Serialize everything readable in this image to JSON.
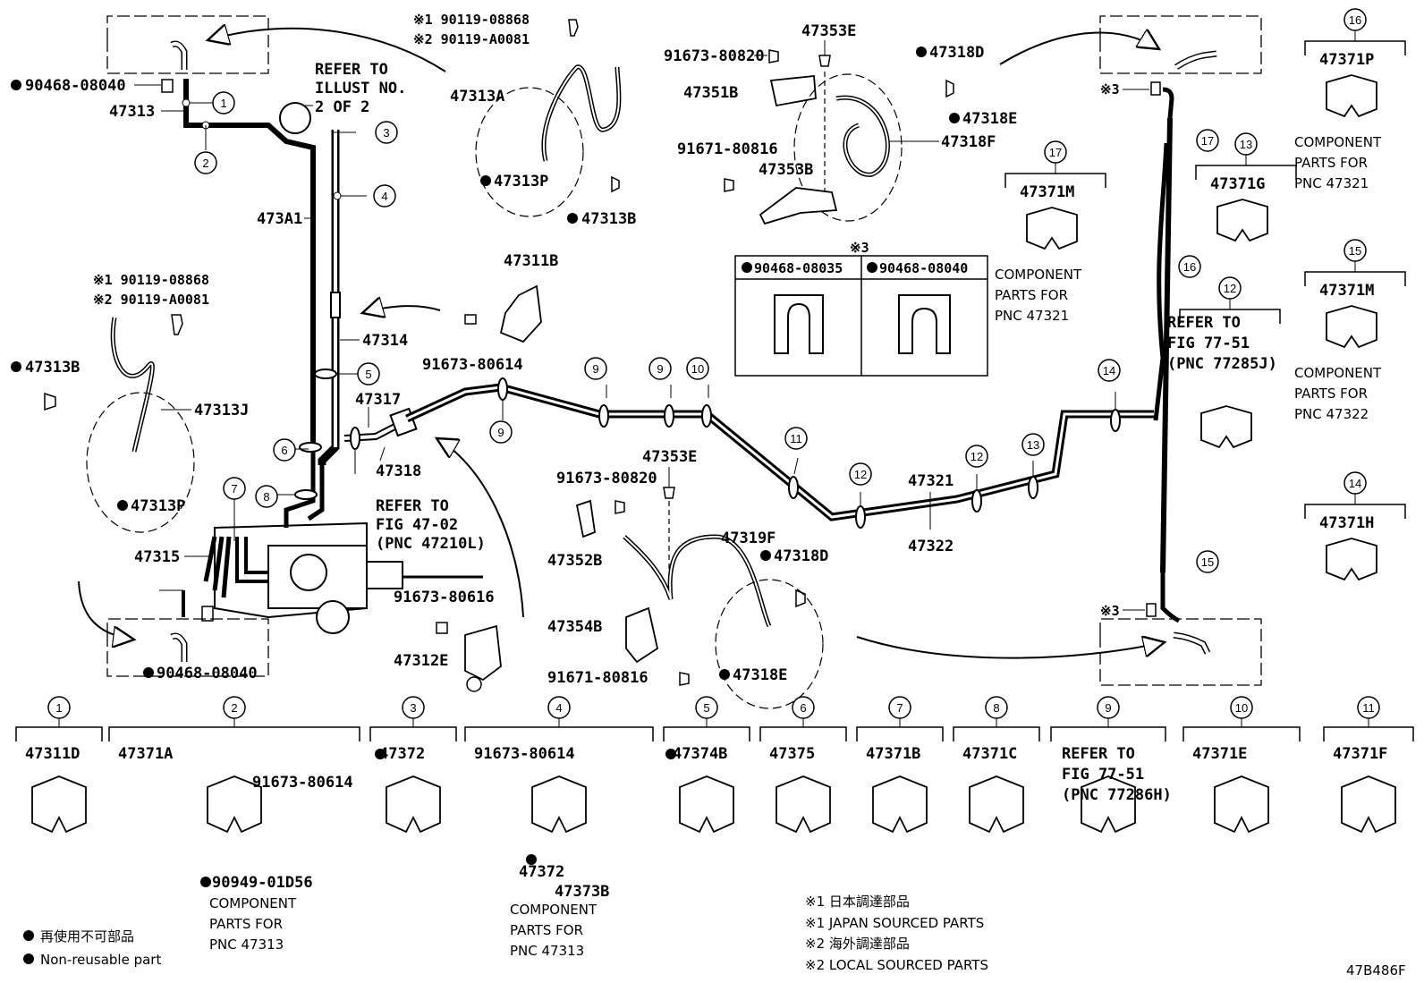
{
  "diagram_id": "47B486F",
  "callouts": [
    "1",
    "2",
    "3",
    "4",
    "5",
    "6",
    "7",
    "8",
    "9",
    "9",
    "9",
    "10",
    "11",
    "12",
    "12",
    "13",
    "14",
    "15",
    "16",
    "17"
  ],
  "labels": {
    "l90468_top": "90468-08040",
    "l47313": "47313",
    "refer_illust": [
      "REFER TO",
      "ILLUST NO.",
      "2 OF 2"
    ],
    "japan_bolt": "※1 90119-08868",
    "local_bolt": "※2 90119-A0081",
    "l47313A": "47313A",
    "l47313P_top": "47313P",
    "l47313B_top": "47313B",
    "l473A1": "473A1",
    "l47314": "47314",
    "l47311B": "47311B",
    "l91673_80614_mid": "91673-80614",
    "japan_bolt2": "※1 90119-08868",
    "local_bolt2": "※2 90119-A0081",
    "l47313B_left": "47313B",
    "l47313J": "47313J",
    "l47313P_left": "47313P",
    "l47317": "47317",
    "l47318": "47318",
    "refer_fig4702": [
      "REFER TO",
      "FIG 47-02",
      "(PNC 47210L)"
    ],
    "l47315": "47315",
    "l91673_80616": "91673-80616",
    "l47312E": "47312E",
    "l90468_bottom": "90468-08040",
    "l47353E_top": "47353E",
    "l91673_80820_top": "91673-80820",
    "l47351B": "47351B",
    "l91671_80816_top": "91671-80816",
    "l47353B": "47353B",
    "l47318D_top": "47318D",
    "l47318E_top": "47318E",
    "l47318F": "47318F",
    "note3_title": "※3",
    "note3_left": "90468-08035",
    "note3_right": "90468-08040",
    "l47353E_mid": "47353E",
    "l91673_80820_mid": "91673-80820",
    "l47352B": "47352B",
    "l47319F": "47319F",
    "l47318D_mid": "47318D",
    "l47354B": "47354B",
    "l47318E_mid": "47318E",
    "l91671_80816_mid": "91671-80816",
    "l47321": "47321",
    "l47322": "47322",
    "note3_ref_top": "※3",
    "note3_ref_bottom": "※3"
  },
  "side_parts": [
    {
      "num": "17",
      "code": "47371M",
      "desc": [
        "COMPONENT",
        "PARTS FOR",
        "PNC 47321"
      ]
    },
    {
      "num": "13",
      "code": "47371G",
      "desc": []
    },
    {
      "num": "16",
      "code": "47371P",
      "desc": [
        "COMPONENT",
        "PARTS FOR",
        "PNC 47321"
      ]
    },
    {
      "num": "15",
      "code": "47371M",
      "desc": [
        "COMPONENT",
        "PARTS FOR",
        "PNC 47322"
      ]
    },
    {
      "num": "12",
      "code": "",
      "desc": [
        "REFER TO",
        "FIG 77-51",
        "(PNC 77285J)"
      ]
    },
    {
      "num": "14",
      "code": "47371H",
      "desc": []
    }
  ],
  "bottom_parts": [
    {
      "num": "1",
      "code": "47311D"
    },
    {
      "num": "2",
      "code": "47371A",
      "sub1": "91673-80614",
      "sub2": "90949-01D56",
      "desc": [
        "COMPONENT",
        "PARTS FOR",
        "PNC 47313"
      ]
    },
    {
      "num": "3",
      "code": "47372"
    },
    {
      "num": "4",
      "code": "91673-80614",
      "sub1": "47372",
      "sub2": "47373B",
      "desc": [
        "COMPONENT",
        "PARTS FOR",
        "PNC 47313"
      ]
    },
    {
      "num": "5",
      "code": "47374B"
    },
    {
      "num": "6",
      "code": "47375"
    },
    {
      "num": "7",
      "code": "47371B"
    },
    {
      "num": "8",
      "code": "47371C"
    },
    {
      "num": "9",
      "code": "",
      "desc": [
        "REFER TO",
        "FIG 77-51",
        "(PNC 77286H)"
      ]
    },
    {
      "num": "10",
      "code": "47371E"
    },
    {
      "num": "11",
      "code": "47371F"
    }
  ],
  "notes": {
    "japan_cn": "※1 日本調達部品",
    "japan_en": "※1 JAPAN SOURCED PARTS",
    "local_cn": "※2 海外調達部品",
    "local_en": "※2 LOCAL SOURCED PARTS",
    "legend_cn": "再使用不可部品",
    "legend_en": "Non-reusable part"
  }
}
